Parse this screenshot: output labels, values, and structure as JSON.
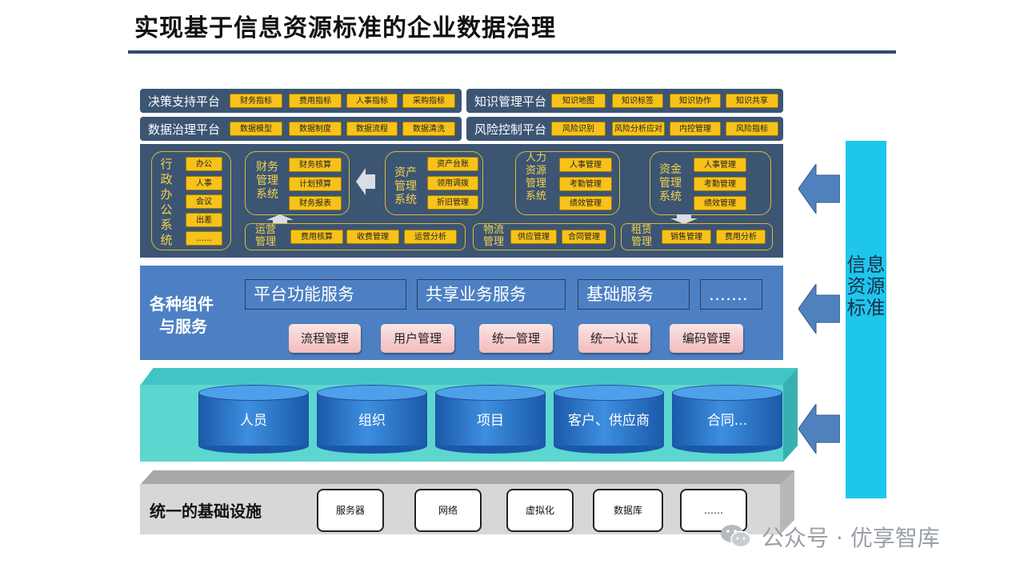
{
  "title": "实现基于信息资源标准的企业数据治理",
  "platforms": [
    {
      "label": "决策支持平台",
      "tags": [
        "财务指标",
        "费用指标",
        "人事指标",
        "采购指标"
      ]
    },
    {
      "label": "知识管理平台",
      "tags": [
        "知识地图",
        "知识标签",
        "知识协作",
        "知识共享"
      ]
    },
    {
      "label": "数据治理平台",
      "tags": [
        "数据模型",
        "数据制度",
        "数据流程",
        "数据清洗"
      ]
    },
    {
      "label": "风险控制平台",
      "tags": [
        "风险识别",
        "风险分析应对",
        "内控管理",
        "风险指标"
      ]
    }
  ],
  "business": {
    "admin": {
      "label": "行政办公系统",
      "items": [
        "办公",
        "人事",
        "会议",
        "出差",
        "……"
      ]
    },
    "finance": {
      "label": "财务管理系统",
      "items": [
        "财务核算",
        "计划预算",
        "财务报表"
      ]
    },
    "asset": {
      "label": "资产管理系统",
      "items": [
        "资产台账",
        "领用调拨",
        "折旧管理"
      ]
    },
    "hr": {
      "label": "人力资源管理系统",
      "items": [
        "人事管理",
        "考勤管理",
        "绩效管理"
      ]
    },
    "fund": {
      "label": "资金管理系统",
      "items": [
        "人事管理",
        "考勤管理",
        "绩效管理"
      ]
    },
    "ops": {
      "label": "运营管理",
      "items": [
        "费用核算",
        "收费管理",
        "运营分析"
      ]
    },
    "logistics": {
      "label": "物流管理",
      "items": [
        "供应管理",
        "合同管理"
      ]
    },
    "lease": {
      "label": "租赁管理",
      "items": [
        "销售管理",
        "费用分析"
      ]
    }
  },
  "components": {
    "label_line1": "各种组件",
    "label_line2": "与服务",
    "services": [
      "平台功能服务",
      "共享业务服务",
      "基础服务",
      "……."
    ],
    "modules": [
      "流程管理",
      "用户管理",
      "统一管理",
      "统一认证",
      "编码管理"
    ]
  },
  "data_layer": {
    "items": [
      "人员",
      "组织",
      "项目",
      "客户、供应商",
      "合同..."
    ]
  },
  "infrastructure": {
    "label": "统一的基础设施",
    "items": [
      "服务器",
      "网络",
      "虚拟化",
      "数据库",
      "……"
    ]
  },
  "standard": {
    "label": "信息资源标准"
  },
  "watermark": "公众号 · 优享智库",
  "colors": {
    "platform": "#3c5573",
    "tag": "#f7c21a",
    "component": "#4d80c3",
    "data": "#5ed6d0",
    "cylinder": "#1a59a8",
    "standard": "#1ec6ec",
    "arrow": "#4f81bd"
  }
}
